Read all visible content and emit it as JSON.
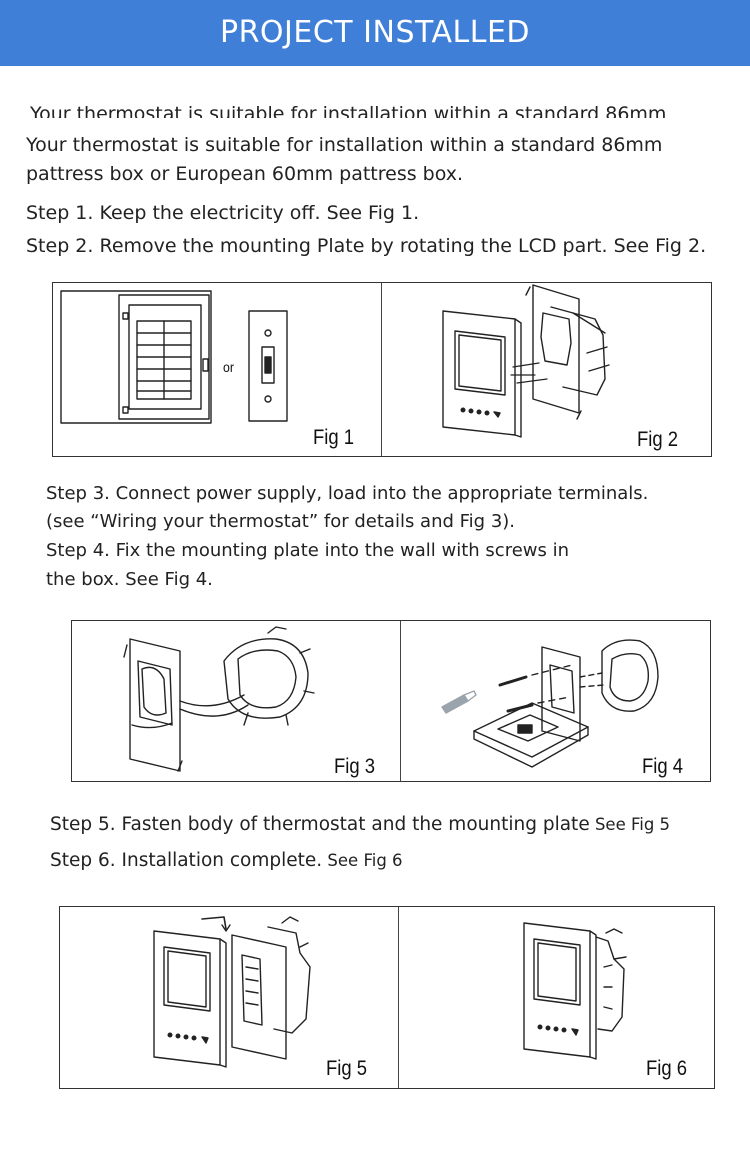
{
  "header": {
    "title": "PROJECT INSTALLED"
  },
  "intro": {
    "clipped_line": "Your thermostat is suitable for installation within a standard 86mm",
    "line1": "Your thermostat is suitable for installation within a standard 86mm",
    "line2": "pattress box or European 60mm pattress box."
  },
  "steps": {
    "step1": "Step 1. Keep the electricity off. See Fig 1.",
    "step2": "Step 2. Remove the mounting Plate by rotating the LCD part. See Fig 2.",
    "step3_line1": "Step 3. Connect power supply, load into the appropriate terminals.",
    "step3_line2": "(see “Wiring your thermostat” for details and Fig 3).",
    "step4_line1": "Step 4. Fix the mounting plate into the wall with screws in",
    "step4_line2": "the box. See Fig 4.",
    "step5_main": "Step 5. Fasten body of thermostat and the mounting plate",
    "step5_ref": " See Fig 5",
    "step6_main": "Step 6. Installation complete.",
    "step6_ref": " See Fig 6"
  },
  "figures": {
    "fig1": {
      "label": "Fig 1",
      "or_text": "or"
    },
    "fig2": {
      "label": "Fig 2"
    },
    "fig3": {
      "label": "Fig 3"
    },
    "fig4": {
      "label": "Fig 4"
    },
    "fig5": {
      "label": "Fig 5"
    },
    "fig6": {
      "label": "Fig 6"
    }
  },
  "colors": {
    "banner": "#3f7fd8",
    "banner_text": "#ffffff",
    "line_art": "#222222",
    "screw": "#9aa4ad"
  }
}
